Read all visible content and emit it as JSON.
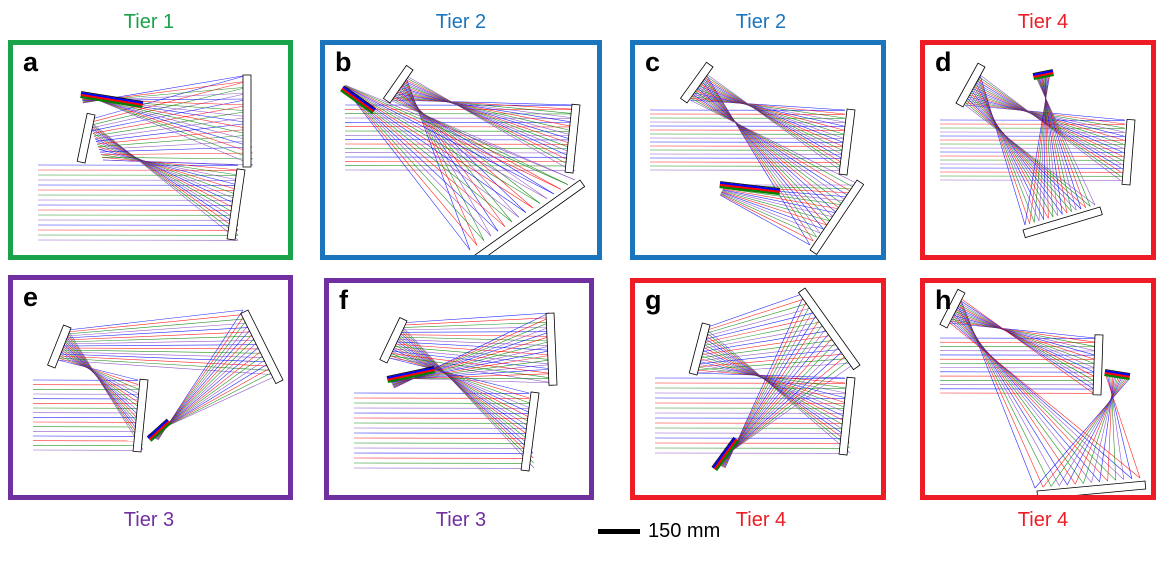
{
  "panels": [
    {
      "letter": "a",
      "tier": "Tier 1",
      "color": "#19a34a",
      "tier_position": "top"
    },
    {
      "letter": "b",
      "tier": "Tier 2",
      "color": "#1b75bc",
      "tier_position": "top"
    },
    {
      "letter": "c",
      "tier": "Tier 2",
      "color": "#1b75bc",
      "tier_position": "top"
    },
    {
      "letter": "d",
      "tier": "Tier 4",
      "color": "#ee1c25",
      "tier_position": "top"
    },
    {
      "letter": "e",
      "tier": "Tier 3",
      "color": "#7030a0",
      "tier_position": "bottom"
    },
    {
      "letter": "f",
      "tier": "Tier 3",
      "color": "#7030a0",
      "tier_position": "bottom"
    },
    {
      "letter": "g",
      "tier": "Tier 4",
      "color": "#ee1c25",
      "tier_position": "bottom"
    },
    {
      "letter": "h",
      "tier": "Tier 4",
      "color": "#ee1c25",
      "tier_position": "bottom"
    }
  ],
  "ray_colors": [
    "#0000ff",
    "#ff0000",
    "#008000",
    "#7f3fbf"
  ],
  "scale_bar": {
    "label": "150 mm"
  }
}
